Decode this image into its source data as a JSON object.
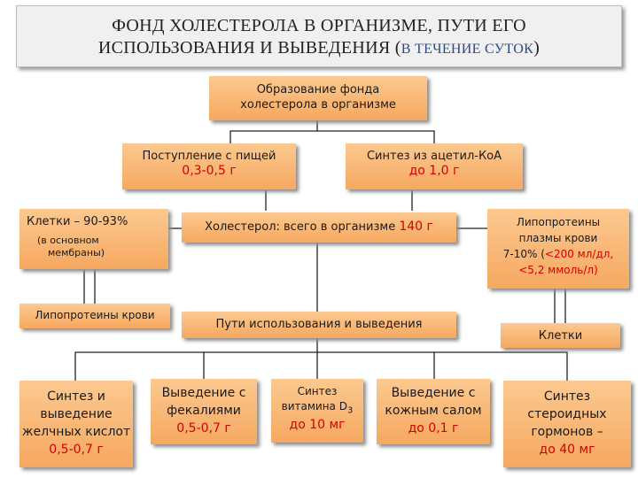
{
  "title": {
    "line1": "ФОНД ХОЛЕСТЕРОЛА В ОРГАНИЗМЕ, ПУТИ ЕГО",
    "line2": "ИСПОЛЬЗОВАНИЯ И ВЫВЕДЕНИЯ (",
    "note": "В ТЕЧЕНИЕ СУТОК",
    "close": ")"
  },
  "top_box": {
    "line1": "Образование фонда",
    "line2": "холестерола в организме"
  },
  "intake": {
    "label": "Поступление с пищей",
    "value": "0,3-0,5 г"
  },
  "synthesis": {
    "label": "Синтез из ацетил-КоА",
    "value": "до 1,0 г"
  },
  "cells": {
    "label": "Клетки – 90-93%",
    "note1": "(в основном",
    "note2": "мембраны)"
  },
  "total": {
    "label": "Холестерол: всего в организме",
    "value": "140 г"
  },
  "plasma": {
    "line1": "Липопротеины",
    "line2": "плазмы крови",
    "line3_start": "7-10% (",
    "line3_red": "<200 мл/дл,",
    "line4": "<5,2 ммоль/л)"
  },
  "blood_lp": {
    "label": "Липопротеины крови"
  },
  "pathways": {
    "label": "Пути использования и выведения"
  },
  "cells_right": {
    "label": "Клетки"
  },
  "outputs": [
    {
      "l1": "Синтез и",
      "l2": "выведение",
      "l3": "желчных кислот",
      "value": "0,5-0,7 г"
    },
    {
      "l1": "Выведение с",
      "l2": "фекалиями",
      "value": "0,5-0,7 г"
    },
    {
      "l1": "Синтез",
      "l2": "витамина D",
      "sub": "3",
      "value": "до 10 мг"
    },
    {
      "l1": "Выведение с",
      "l2": "кожным салом",
      "value": "до 0,1 г"
    },
    {
      "l1": "Синтез",
      "l2": "стероидных",
      "l3": "гормонов –",
      "value": "до 40 мг"
    }
  ]
}
